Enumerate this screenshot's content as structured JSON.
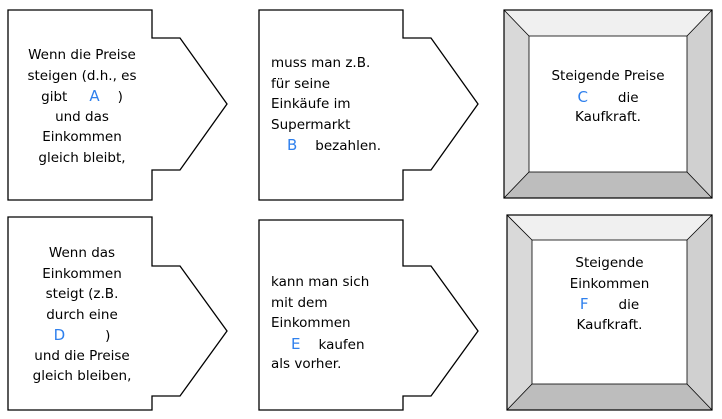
{
  "colors": {
    "blank_letter": "#2f80ed",
    "outline": "#000000",
    "bevel_light": "#f0f0f0",
    "bevel_mid": "#d9d9d9",
    "bevel_dark": "#bdbdbd"
  },
  "row1": {
    "box1": {
      "l1": "Wenn die Preise",
      "l2": "steigen (d.h., es",
      "l3a": "gibt",
      "blank": "A",
      "l3b": ")",
      "l4": "und das",
      "l5": "Einkommen",
      "l6": "gleich bleibt,"
    },
    "box2": {
      "l1": "muss man z.B.",
      "l2": "für seine",
      "l3": "Einkäufe im",
      "l4": "Supermarkt",
      "blank": "B",
      "l5b": "bezahlen."
    },
    "box3": {
      "l1": "Steigende Preise",
      "blank": "C",
      "l2b": "die",
      "l3": "Kaufkraft."
    }
  },
  "row2": {
    "box1": {
      "l1": "Wenn das",
      "l2": "Einkommen",
      "l3": "steigt (z.B.",
      "l4": "durch eine",
      "blank": "D",
      "l5b": ")",
      "l6": "und die Preise",
      "l7": "gleich bleiben,"
    },
    "box2": {
      "l1": "kann man sich",
      "l2": "mit dem",
      "l3": "Einkommen",
      "blank": "E",
      "l4b": "kaufen",
      "l5": "als vorher."
    },
    "box3": {
      "l1": "Steigende",
      "l2": "Einkommen",
      "blank": "F",
      "l3b": "die",
      "l4": "Kaufkraft."
    }
  }
}
